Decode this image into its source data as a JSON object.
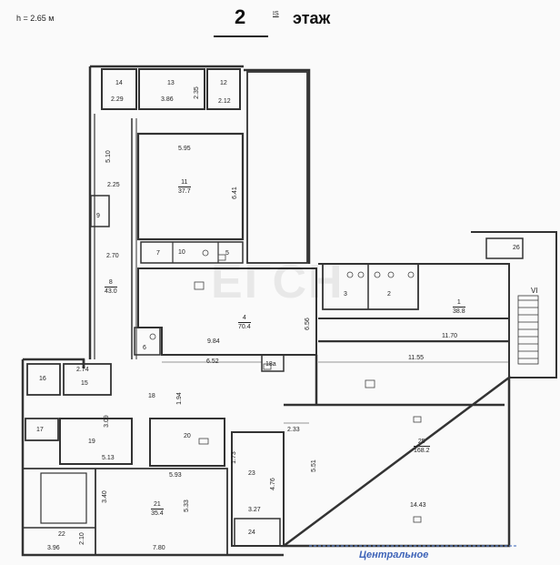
{
  "header": {
    "height_note": "h = 2.65 м",
    "floor_number": "2",
    "floor_mark": "IS",
    "floor_word": "этаж"
  },
  "watermark": "ЕГСН",
  "street_label": "Центральное",
  "rooms": {
    "r1": {
      "id": "1",
      "area": "38.8"
    },
    "r2": {
      "id": "2"
    },
    "r3": {
      "id": "3"
    },
    "r4": {
      "id": "4",
      "area": "70.4"
    },
    "r5": {
      "id": "5"
    },
    "r6": {
      "id": "6"
    },
    "r7": {
      "id": "7"
    },
    "r8": {
      "id": "8",
      "area": "43.0"
    },
    "r9": {
      "id": "9"
    },
    "r10": {
      "id": "10"
    },
    "r11": {
      "id": "11",
      "area": "37.7"
    },
    "r12": {
      "id": "12"
    },
    "r13": {
      "id": "13"
    },
    "r14": {
      "id": "14"
    },
    "r15": {
      "id": "15"
    },
    "r16": {
      "id": "16"
    },
    "r17": {
      "id": "17"
    },
    "r18": {
      "id": "18"
    },
    "r18a": {
      "id": "18a"
    },
    "r19": {
      "id": "19"
    },
    "r20": {
      "id": "20"
    },
    "r21": {
      "id": "21",
      "area": "35.4"
    },
    "r22": {
      "id": "22"
    },
    "r23": {
      "id": "23"
    },
    "r24": {
      "id": "24"
    },
    "r25": {
      "id": "25",
      "area": "168.2"
    },
    "r26": {
      "id": "26"
    },
    "rVI": {
      "id": "VI"
    }
  },
  "dims": {
    "d229": "2.29",
    "d386": "3.86",
    "d235": "2.35",
    "d212": "2.12",
    "d510": "5.10",
    "d595": "5.95",
    "d641": "6.41",
    "d225": "2.25",
    "d270": "2.70",
    "d656": "6.56",
    "d1170": "11.70",
    "d1155": "11.55",
    "d984": "9.84",
    "d652": "6.52",
    "d274": "2.74",
    "d194": "1.94",
    "d309": "3.09",
    "d513": "5.13",
    "d233": "2.33",
    "d173": "1.73",
    "d593": "5.93",
    "d476": "4.76",
    "d551": "5.51",
    "d340": "3.40",
    "d533": "5.33",
    "d327": "3.27",
    "d1443": "14.43",
    "d210": "2.10",
    "d396": "3.96",
    "d780": "7.80"
  }
}
